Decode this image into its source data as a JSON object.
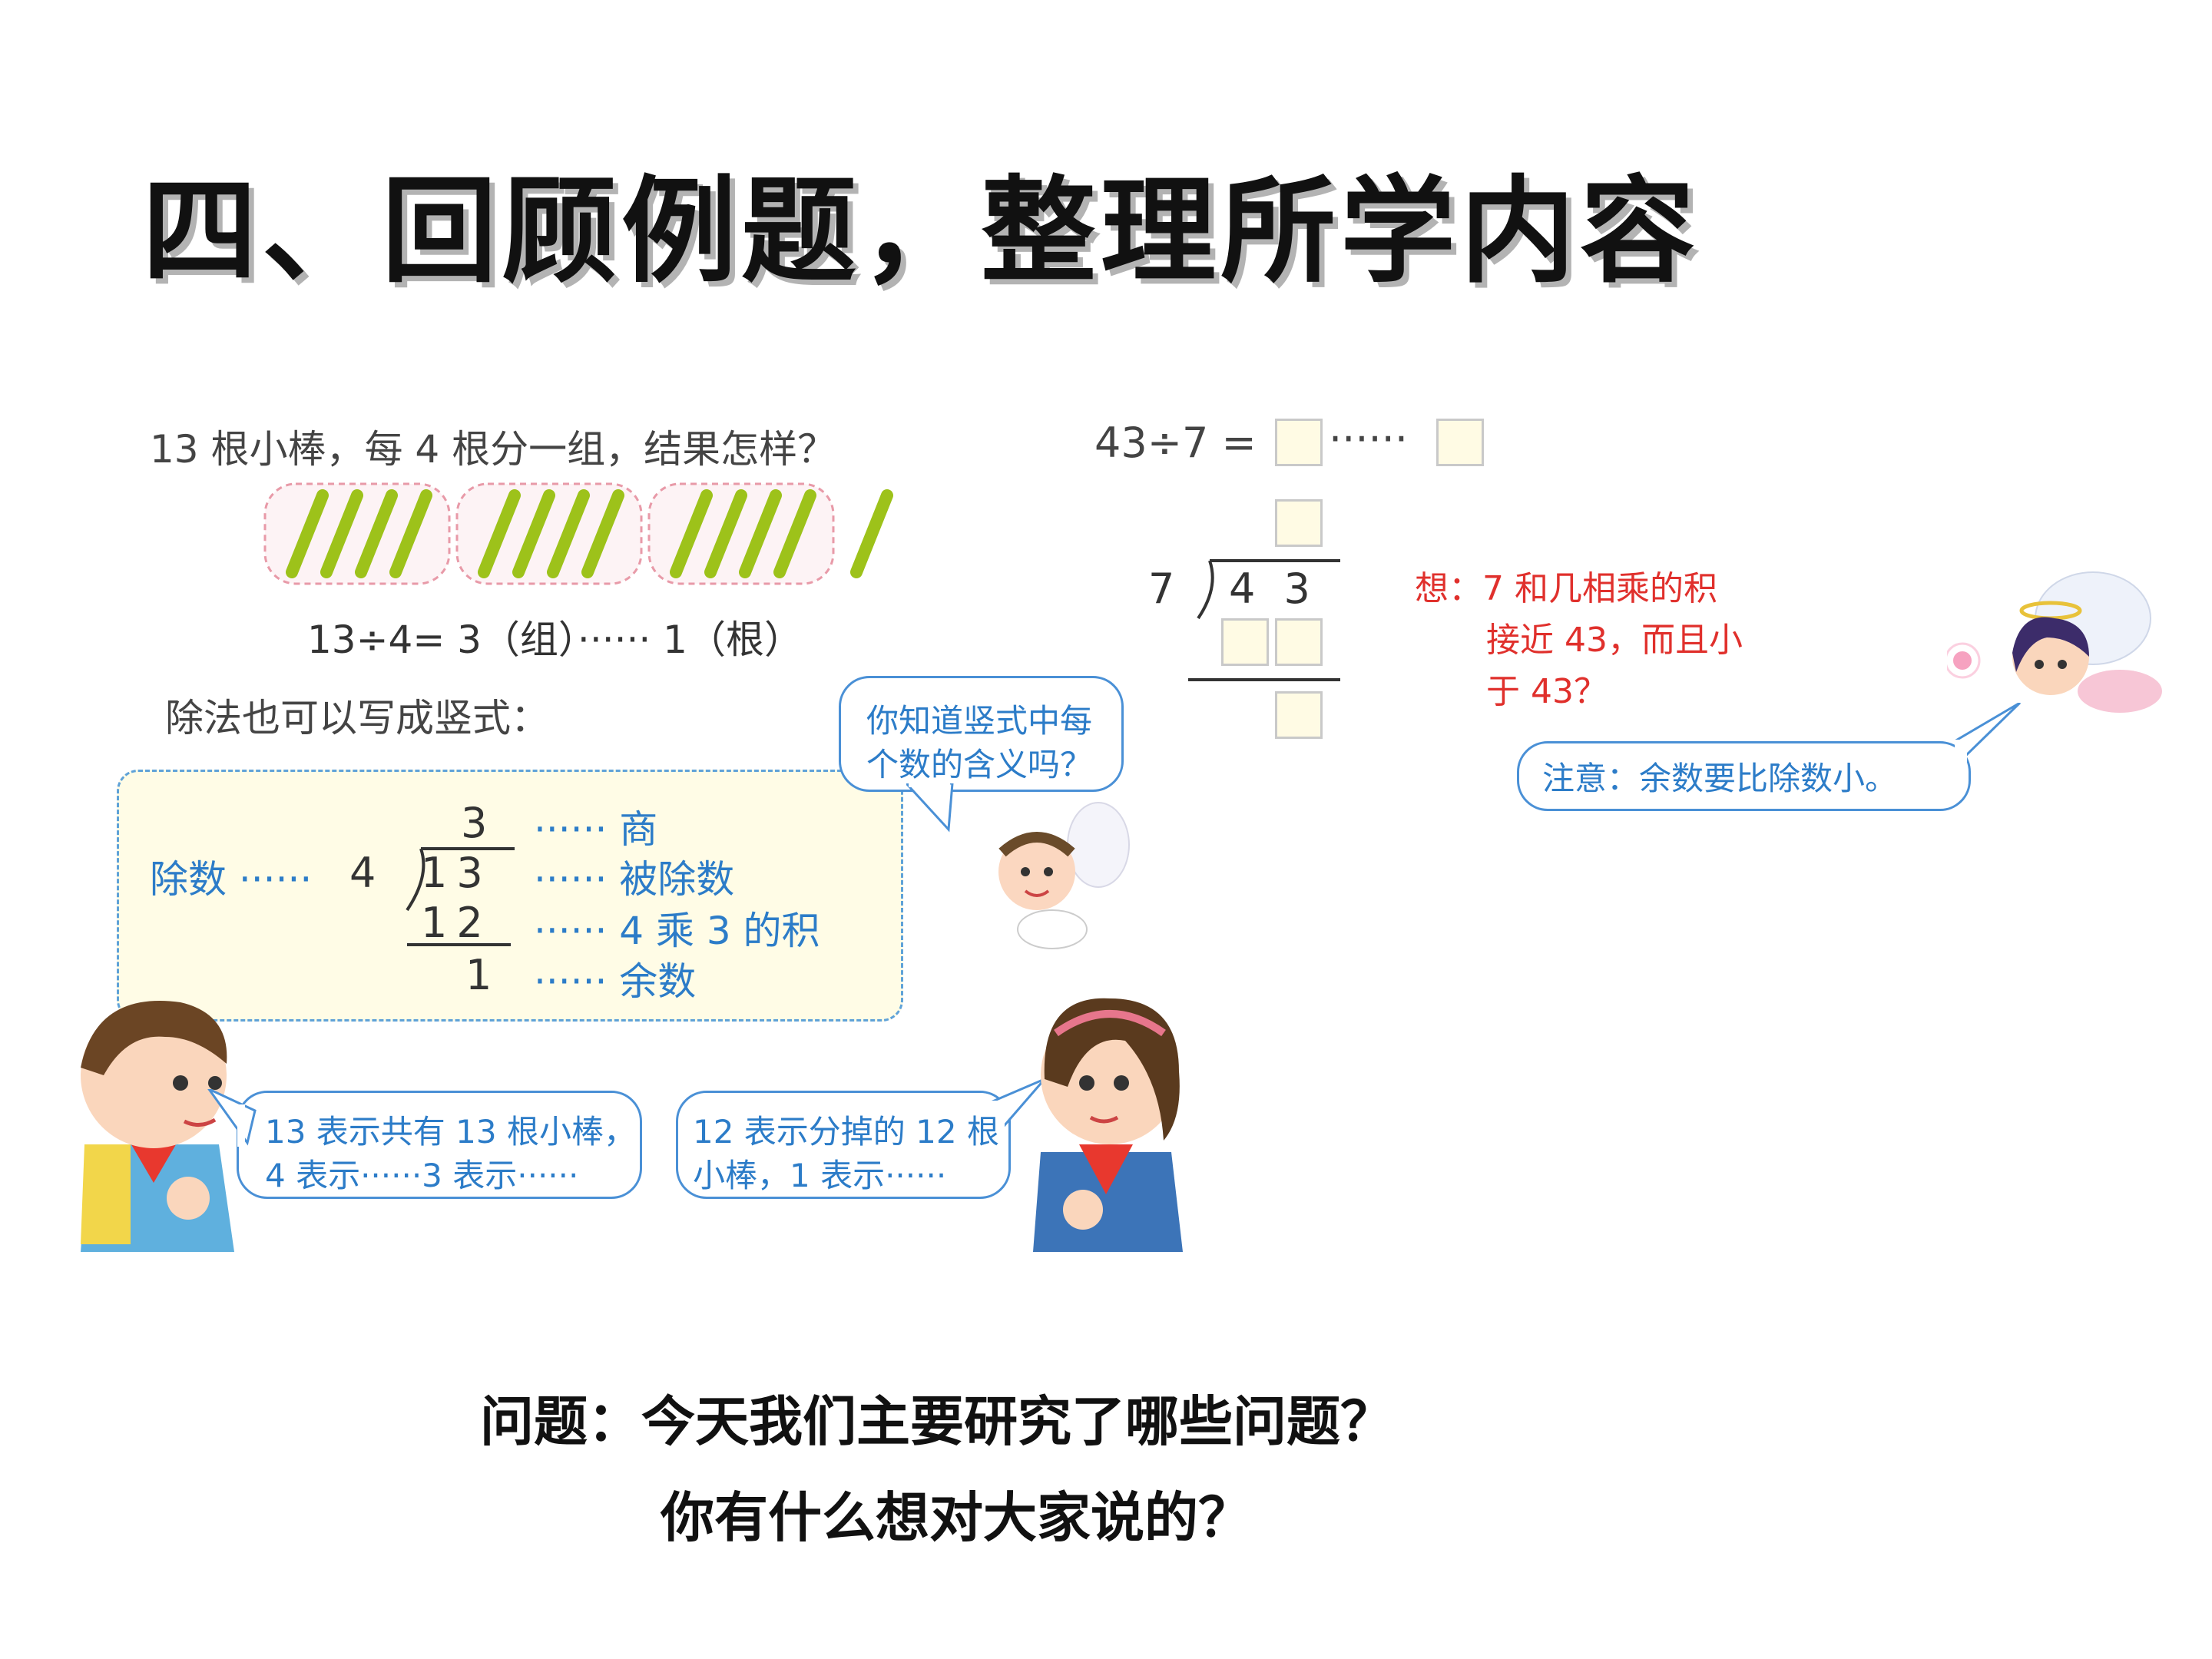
{
  "title": "四、回顾例题，整理所学内容",
  "problem": {
    "text": "13 根小棒，每 4 根分一组，结果怎样？",
    "equation": "13÷4= 3（组）······ 1（根）",
    "vertical_intro": "除法也可以写成竖式："
  },
  "vertical": {
    "quotient": "3",
    "divisor": "4",
    "dividend": "13",
    "product": "12",
    "remainder": "1",
    "divisor_label": "除数 ······",
    "quotient_label": "······  商",
    "dividend_label": "······  被除数",
    "product_label": "······  4 乘 3 的积",
    "remainder_label": "······  余数"
  },
  "bubbles": {
    "angel_question": [
      "你知道竖式中每",
      "个数的含义吗？"
    ],
    "boy": [
      "13 表示共有 13 根小棒，",
      "4 表示······3 表示······"
    ],
    "girl": [
      "12 表示分掉的 12 根",
      "小棒，1 表示······"
    ],
    "note": "注意：余数要比除数小。"
  },
  "example2": {
    "equation": "43÷7 =",
    "dots": "······",
    "divisor": "7",
    "dividend": "4 3",
    "think": [
      "想：7 和几相乘的积",
      "接近 43，而且小",
      "于 43？"
    ]
  },
  "questions": {
    "line1": "问题：今天我们主要研究了哪些问题？",
    "line2": "你有什么想对大家说的？"
  },
  "colors": {
    "blue_text": "#2c7cc8",
    "red_text": "#e0302c",
    "stick_green": "#9dc21a",
    "panel_fill": "#fffce6"
  }
}
